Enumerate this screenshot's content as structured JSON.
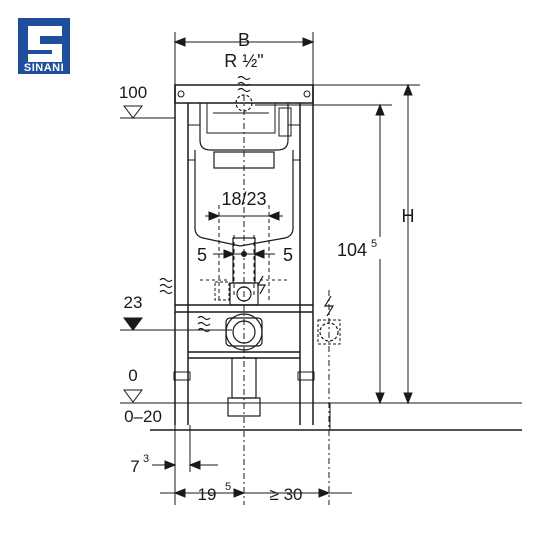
{
  "logo": {
    "text": "SINANI",
    "color": "#1f4f9a"
  },
  "labels": {
    "width": "B",
    "pipe_thread": "R ½\"",
    "level_top": "100",
    "height": "H",
    "flush_range": "18/23",
    "offset_left": "5",
    "offset_right": "5",
    "height_frame": "104",
    "height_frame_sup": "5",
    "level_23": "23",
    "floor_level": "0",
    "floor_range": "0–20",
    "depth_small": "7",
    "depth_small_sup": "3",
    "depth_axis": "19",
    "depth_axis_sup": "5",
    "wall_distance": "≥ 30"
  },
  "colors": {
    "line": "#1a1a1a",
    "floor": "#9a9a9a"
  }
}
